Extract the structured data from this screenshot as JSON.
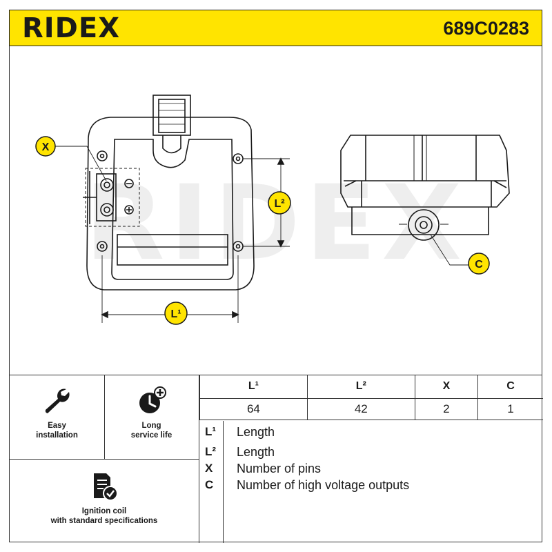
{
  "header": {
    "brand": "RIDEX",
    "part_number": "689C0283",
    "background": "#ffe400"
  },
  "drawing": {
    "label_x": "X",
    "label_c": "C",
    "label_l1": "L¹",
    "label_l2": "L²",
    "watermark": "RIDEX",
    "marker_color": "#ffe400"
  },
  "features": [
    {
      "icon": "wrench-icon",
      "label_line1": "Easy",
      "label_line2": "installation"
    },
    {
      "icon": "clock-plus-icon",
      "label_line1": "Long",
      "label_line2": "service life"
    },
    {
      "icon": "document-check-icon",
      "label_line1": "Ignition coil",
      "label_line2": "with standard specifications"
    }
  ],
  "specs": {
    "headers": [
      "L¹",
      "L²",
      "X",
      "C"
    ],
    "values": [
      "64",
      "42",
      "2",
      "1"
    ]
  },
  "legend": [
    {
      "key": "L¹",
      "value": "Length"
    },
    {
      "key": "L²",
      "value": "Length"
    },
    {
      "key": "X",
      "value": "Number of pins"
    },
    {
      "key": "C",
      "value": "Number of high voltage outputs"
    }
  ]
}
